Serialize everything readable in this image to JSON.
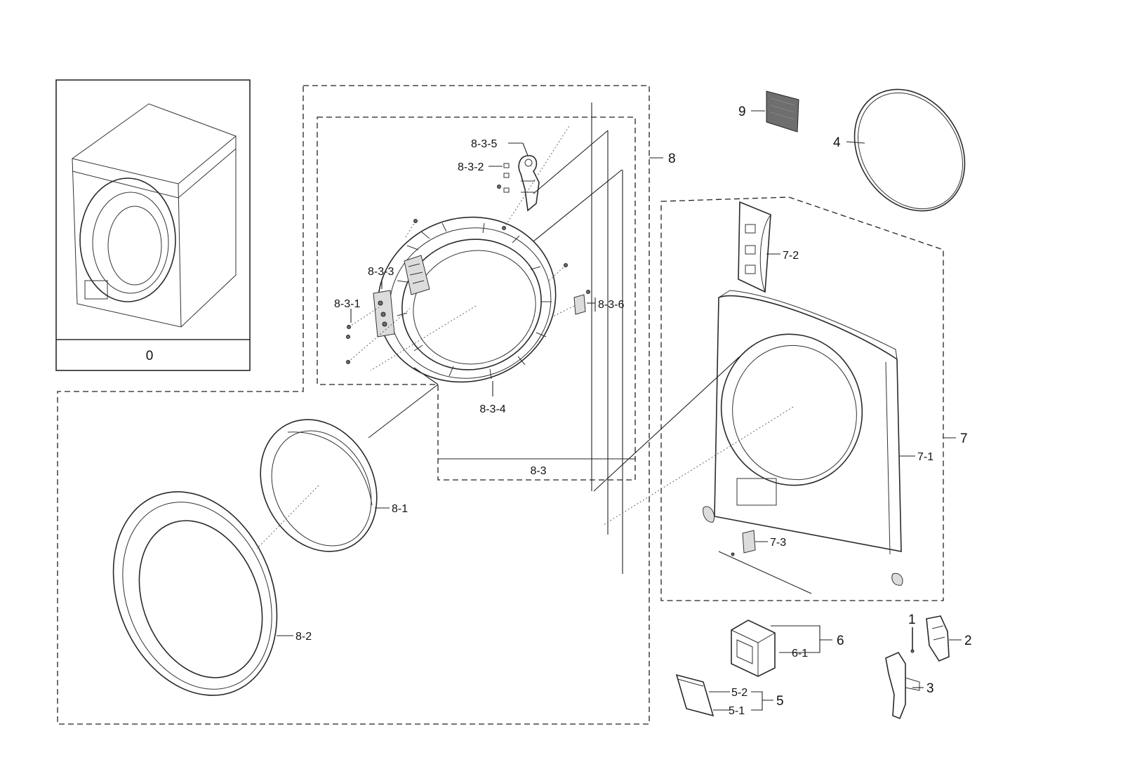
{
  "labels": {
    "l0": "0",
    "l8": "8",
    "l835": "8-3-5",
    "l832": "8-3-2",
    "l833": "8-3-3",
    "l831": "8-3-1",
    "l836": "8-3-6",
    "l834": "8-3-4",
    "l83": "8-3",
    "l81": "8-1",
    "l82": "8-2",
    "l9": "9",
    "l4": "4",
    "l72": "7-2",
    "l7": "7",
    "l71": "7-1",
    "l73": "7-3",
    "l6": "6",
    "l61": "6-1",
    "l1": "1",
    "l2": "2",
    "l3": "3",
    "l52": "5-2",
    "l51": "5-1",
    "l5": "5"
  },
  "colors": {
    "line": "#222222",
    "shade": "#dcdcdc",
    "filter": "#6e6e6e"
  }
}
